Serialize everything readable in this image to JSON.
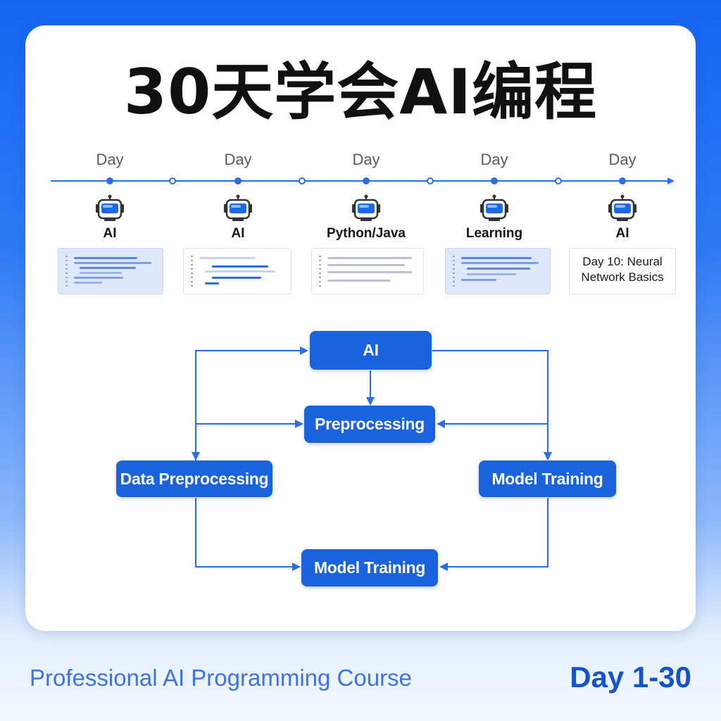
{
  "title": "30天学会AI编程",
  "timeline": {
    "day_labels": [
      "Day",
      "Day",
      "Day",
      "Day",
      "Day"
    ],
    "sub_labels": [
      "AI",
      "AI",
      "Python/Java",
      "Learning",
      "AI"
    ],
    "last_card_text": "Day 10: Neural Network Basics"
  },
  "flow": {
    "top": "AI",
    "middle": "Preprocessing",
    "left": "Data Preprocessing",
    "right": "Model Training",
    "bottom": "Model Training"
  },
  "footer": {
    "course": "Professional AI Programming Course",
    "range": "Day 1-30"
  },
  "colors": {
    "accent": "#1a62de",
    "line": "#2a6ee6",
    "background_top": "#1565f0"
  }
}
